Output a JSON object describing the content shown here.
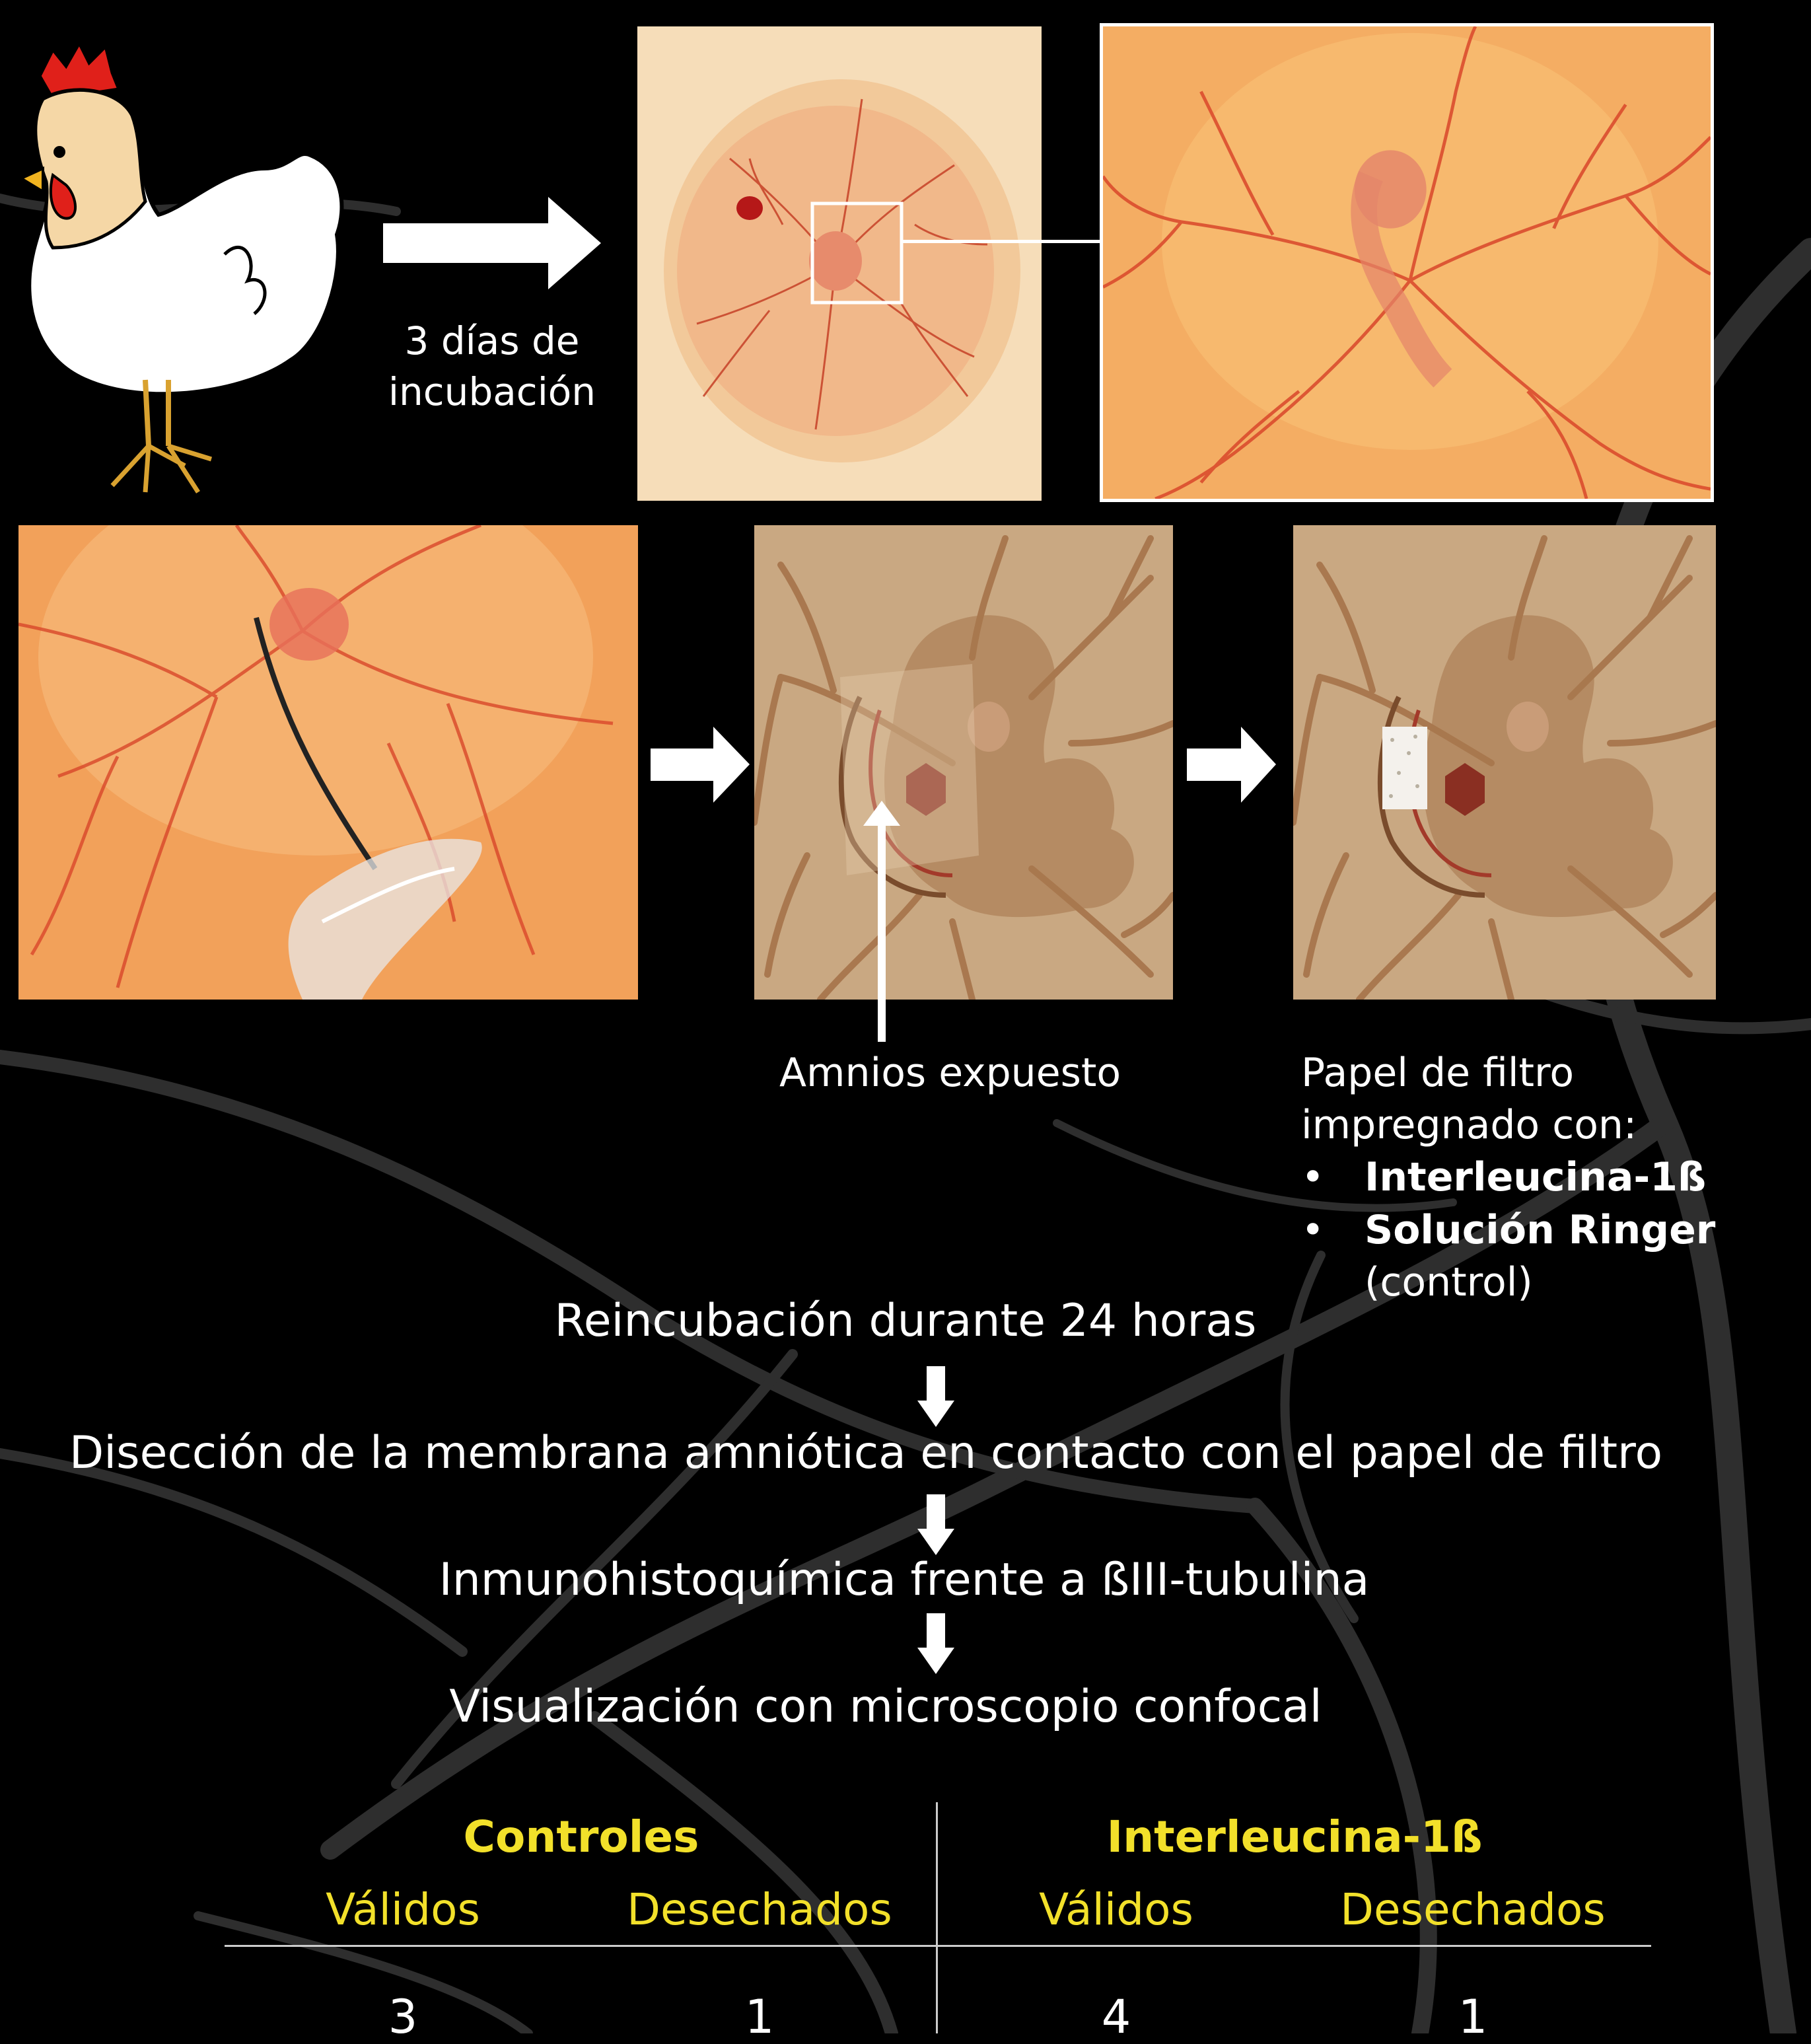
{
  "incubation_label": [
    "3 días de",
    "incubación"
  ],
  "amnion_label": "Amnios expuesto",
  "filter_label": {
    "line1": "Papel de filtro",
    "line2": "impregnado con:",
    "bullet": "•",
    "items": [
      {
        "name": "Interleucina-1ß",
        "note": ""
      },
      {
        "name": "Solución Ringer",
        "note": "(control)"
      }
    ]
  },
  "steps": [
    "Reincubación durante 24 horas",
    "Disección de la membrana amniótica en contacto con el papel de filtro",
    "Inmunohistoquímica frente a ßIII-tubulina",
    "Visualización con microscopio confocal"
  ],
  "results_table": {
    "groups": [
      {
        "title": "Controles",
        "columns": [
          "Válidos",
          "Desechados"
        ],
        "values": [
          "3",
          "1"
        ]
      },
      {
        "title": "Interleucina-1ß",
        "columns": [
          "Válidos",
          "Desechados"
        ],
        "values": [
          "4",
          "1"
        ]
      }
    ]
  },
  "colors": {
    "background": "#000000",
    "highlight": "#f2e02a",
    "text": "#ffffff",
    "egg_orange": "#f2a15a",
    "vessel": "#d9472a",
    "sketch_bg": "#c9a882",
    "sketch_vessel": "#a9784f"
  },
  "icons": {
    "hen": "hen-illustration",
    "arrow": "right-arrow-icon",
    "down_arrow": "down-arrow-icon"
  }
}
